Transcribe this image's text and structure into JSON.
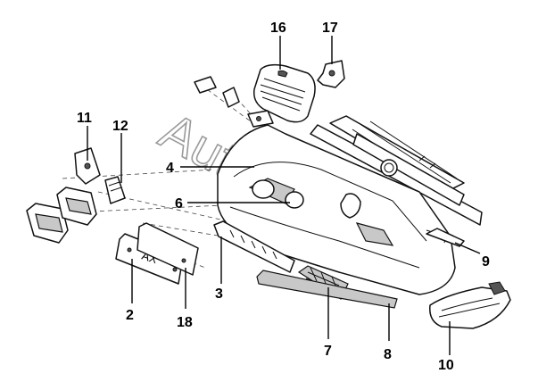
{
  "callouts": [
    "2",
    "3",
    "4",
    "6",
    "7",
    "8",
    "9",
    "10",
    "11",
    "12",
    "16",
    "17",
    "18"
  ],
  "plate_text": "AX",
  "watermark": "AutoSoft"
}
